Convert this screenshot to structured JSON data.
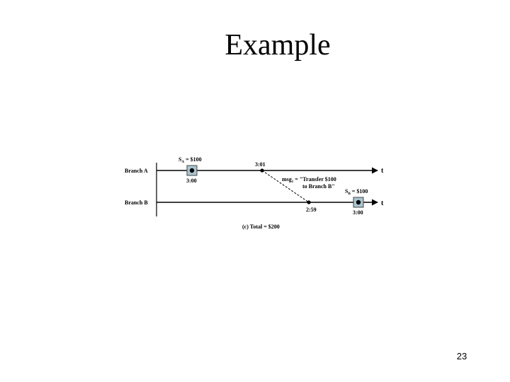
{
  "slide": {
    "title": "Example",
    "page_number": "23"
  },
  "diagram": {
    "branch_a_label": "Branch A",
    "branch_b_label": "Branch B",
    "axis_label_a": "t",
    "axis_label_b": "t",
    "state_a_label": "S",
    "state_a_subscript": "A",
    "state_a_value": " = $100",
    "state_a_time": "3:00",
    "state_b_label": "S",
    "state_b_subscript": "B",
    "state_b_value": " = $100",
    "state_b_time": "3:00",
    "send_time": "3:01",
    "receive_time": "2:59",
    "message_name": "msg",
    "message_subscript": "1",
    "message_text_line1": " = \"Transfer $100",
    "message_text_line2": "to Branch B\"",
    "caption": "(c) Total = $200",
    "colors": {
      "line": "#000000",
      "snapshot_box_fill": "#a9c4cf",
      "snapshot_box_stroke": "#444444"
    }
  }
}
